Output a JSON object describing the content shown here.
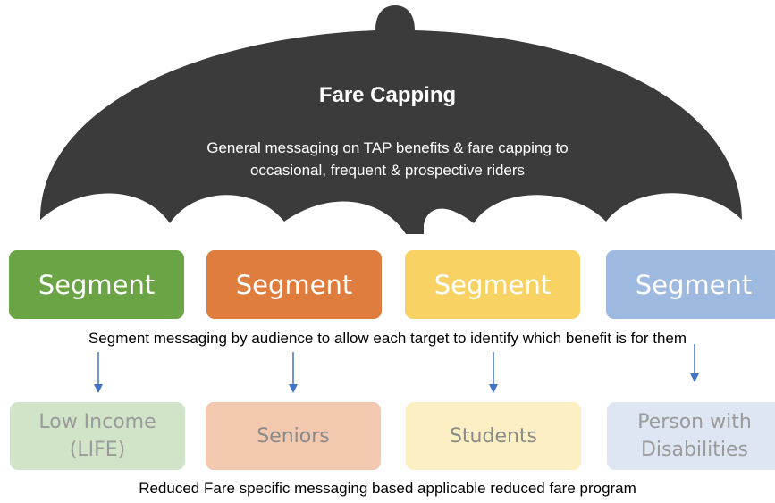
{
  "umbrella": {
    "title": "Fare Capping",
    "subtitle_line1": "General messaging on TAP benefits & fare capping to",
    "subtitle_line2": "occasional, frequent & prospective riders",
    "color": "#3b3b3b"
  },
  "segments": [
    {
      "label": "Segment",
      "color": "#6aa444"
    },
    {
      "label": "Segment",
      "color": "#df7d3e"
    },
    {
      "label": "Segment",
      "color": "#f8d263"
    },
    {
      "label": "Segment",
      "color": "#9ebae1"
    }
  ],
  "segment_message": "Segment messaging by audience to allow each target to identify which benefit is for them",
  "arrow_color": "#4472c4",
  "groups": [
    {
      "line1": "Low Income",
      "line2": "(LIFE)",
      "bg": "#d2e4c7",
      "text_color": "#9a9a9a"
    },
    {
      "line1": "Seniors",
      "line2": "",
      "bg": "#f2c8ae",
      "text_color": "#8a8a8a"
    },
    {
      "line1": "Students",
      "line2": "",
      "bg": "#fcefc3",
      "text_color": "#8a8a8a"
    },
    {
      "line1": "Person with",
      "line2": "Disabilities",
      "bg": "#dde6f2",
      "text_color": "#9a9a9a"
    }
  ],
  "bottom_message": "Reduced Fare specific messaging based applicable reduced fare program"
}
